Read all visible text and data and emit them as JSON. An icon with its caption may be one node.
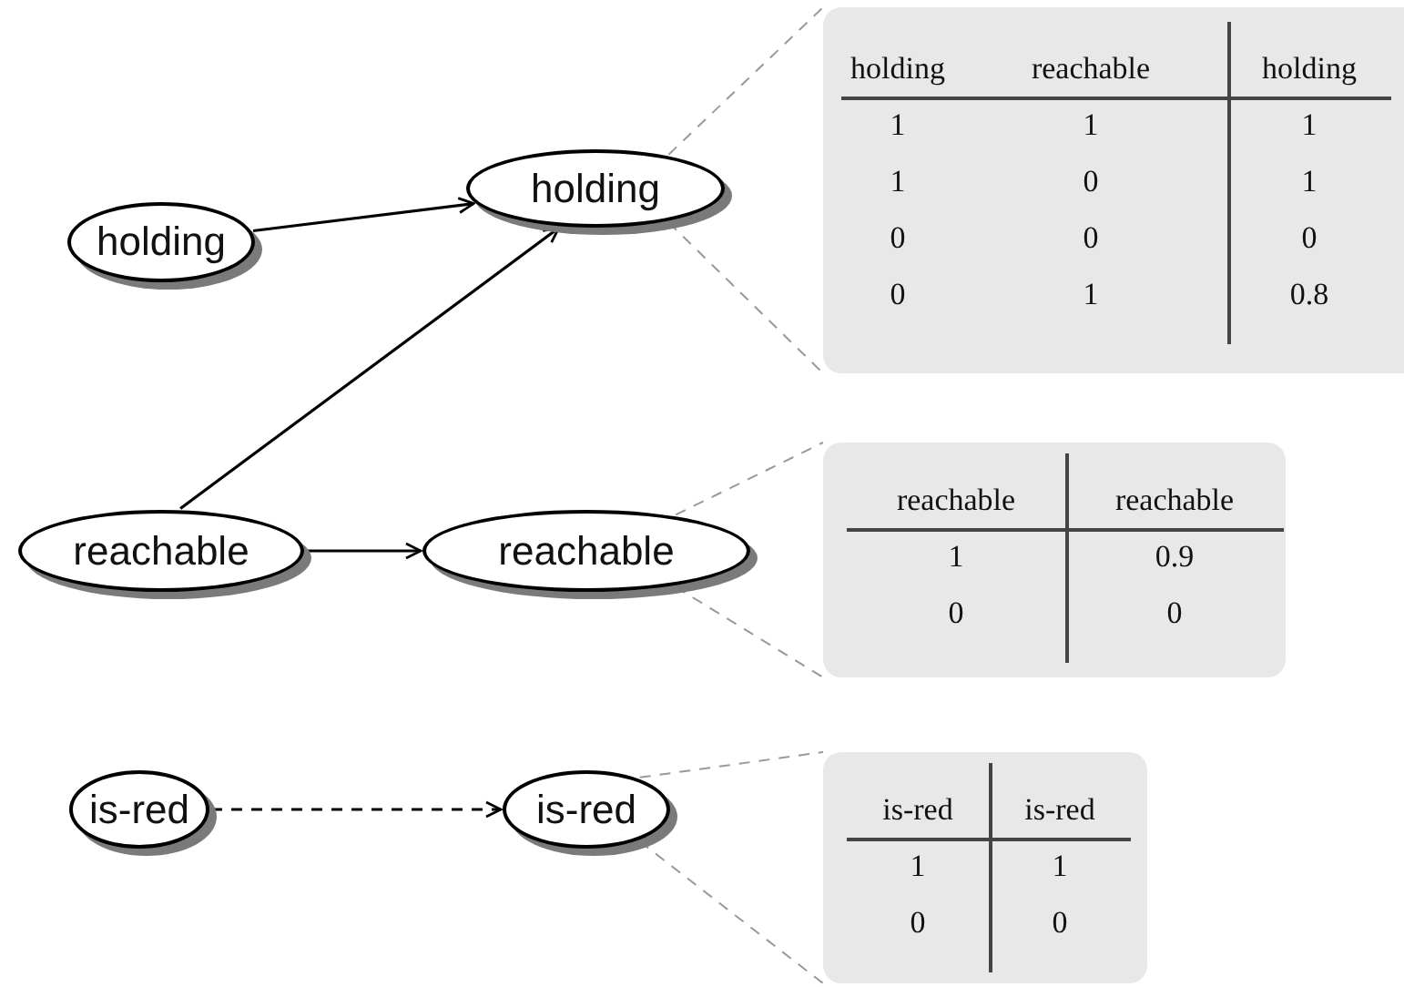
{
  "diagram": {
    "nodes": [
      {
        "text": [
          "holding"
        ]
      },
      {
        "text": [
          "holding"
        ]
      },
      {
        "text": [
          "reachable"
        ]
      },
      {
        "text": [
          "reachable"
        ]
      },
      {
        "text": [
          "is-red"
        ]
      },
      {
        "text": [
          "is-red"
        ]
      },
      {
        "text": [
          "holding",
          "reachable",
          "holding",
          "1",
          "1",
          "1",
          "1",
          "0",
          "1",
          "0",
          "0",
          "0",
          "0",
          "1",
          "0.8"
        ]
      },
      {
        "text": [
          "reachable",
          "reachable",
          "1",
          "0.9",
          "0",
          "0"
        ]
      },
      {
        "text": [
          "is-red",
          "is-red",
          "1",
          "1",
          "0",
          "0"
        ]
      }
    ],
    "edges": [
      {
        "from": 0,
        "to": 1,
        "arrow": "to"
      },
      {
        "from": 2,
        "to": 1,
        "arrow": "to"
      },
      {
        "from": 2,
        "to": 3,
        "arrow": "to"
      },
      {
        "from": 4,
        "to": 5,
        "arrow": "to",
        "style": "dashed"
      },
      {
        "from": 1,
        "to": 6,
        "arrow": "none",
        "style": "dashed",
        "color": "#999999"
      },
      {
        "from": 3,
        "to": 7,
        "arrow": "none",
        "style": "dashed",
        "color": "#999999"
      },
      {
        "from": 5,
        "to": 8,
        "arrow": "none",
        "style": "dashed",
        "color": "#999999"
      }
    ]
  }
}
